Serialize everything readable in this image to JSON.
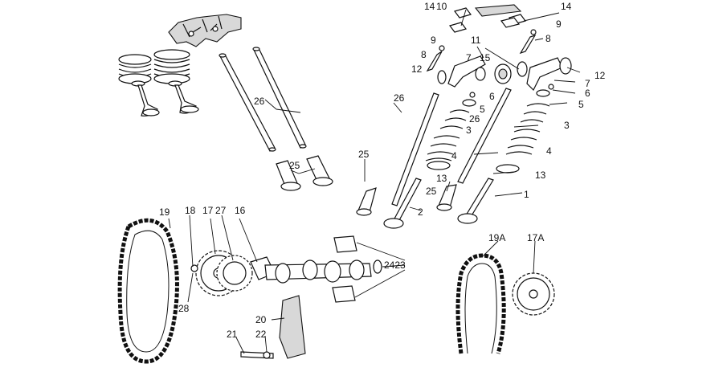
{
  "labels": [
    {
      "id": "l1410a",
      "text": "14"
    },
    {
      "id": "l1410b",
      "text": "10"
    },
    {
      "id": "l14r",
      "text": "14"
    },
    {
      "id": "l9l",
      "text": "9"
    },
    {
      "id": "l9r",
      "text": "9"
    },
    {
      "id": "l8l",
      "text": "8"
    },
    {
      "id": "l8r",
      "text": "8"
    },
    {
      "id": "l11",
      "text": "11"
    },
    {
      "id": "l7l",
      "text": "7"
    },
    {
      "id": "l15",
      "text": "15"
    },
    {
      "id": "l12l",
      "text": "12"
    },
    {
      "id": "l12r",
      "text": "12"
    },
    {
      "id": "l7r",
      "text": "7"
    },
    {
      "id": "l6l",
      "text": "6"
    },
    {
      "id": "l6r",
      "text": "6"
    },
    {
      "id": "l5l",
      "text": "5"
    },
    {
      "id": "l5r",
      "text": "5"
    },
    {
      "id": "l26c",
      "text": "26"
    },
    {
      "id": "l26l",
      "text": "26"
    },
    {
      "id": "l26r",
      "text": "26"
    },
    {
      "id": "l3l",
      "text": "3"
    },
    {
      "id": "l3r",
      "text": "3"
    },
    {
      "id": "l4l",
      "text": "4"
    },
    {
      "id": "l4r",
      "text": "4"
    },
    {
      "id": "l25c",
      "text": "25"
    },
    {
      "id": "l25l",
      "text": "25"
    },
    {
      "id": "l25r",
      "text": "25"
    },
    {
      "id": "l13l",
      "text": "13"
    },
    {
      "id": "l13r",
      "text": "13"
    },
    {
      "id": "l2",
      "text": "2"
    },
    {
      "id": "l1",
      "text": "1"
    },
    {
      "id": "l19",
      "text": "19"
    },
    {
      "id": "l18",
      "text": "18"
    },
    {
      "id": "l17",
      "text": "17"
    },
    {
      "id": "l27",
      "text": "27"
    },
    {
      "id": "l16",
      "text": "16"
    },
    {
      "id": "l28",
      "text": "28"
    },
    {
      "id": "l2423",
      "text": "2423"
    },
    {
      "id": "l20",
      "text": "20"
    },
    {
      "id": "l21",
      "text": "21"
    },
    {
      "id": "l22",
      "text": "22"
    },
    {
      "id": "l19a",
      "text": "19A"
    },
    {
      "id": "l17a",
      "text": "17A"
    }
  ]
}
